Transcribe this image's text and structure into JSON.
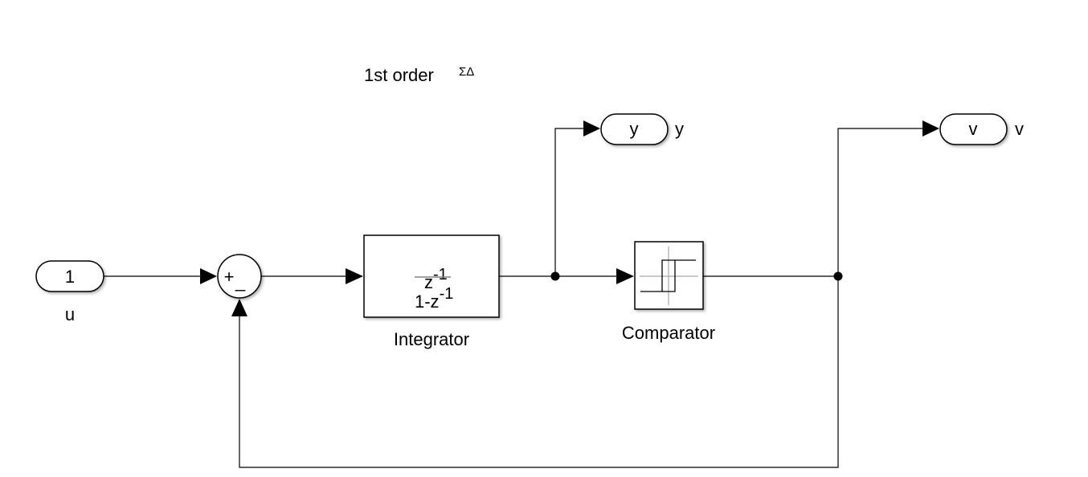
{
  "annotation": {
    "text": "1st order",
    "superscript": "ΣΔ"
  },
  "inport": {
    "number": "1",
    "name": "u"
  },
  "sum_block": {
    "signs_top": "+",
    "signs_bottom": "_"
  },
  "integrator": {
    "numerator_base": "z",
    "numerator_exp": "-1",
    "denominator_base": "1-z",
    "denominator_exp": "-1",
    "name": "Integrator"
  },
  "comparator": {
    "name": "Comparator",
    "icon": "relay-hysteresis-icon"
  },
  "outport_y": {
    "inner": "y",
    "name": "y"
  },
  "outport_v": {
    "inner": "v",
    "name": "v"
  }
}
